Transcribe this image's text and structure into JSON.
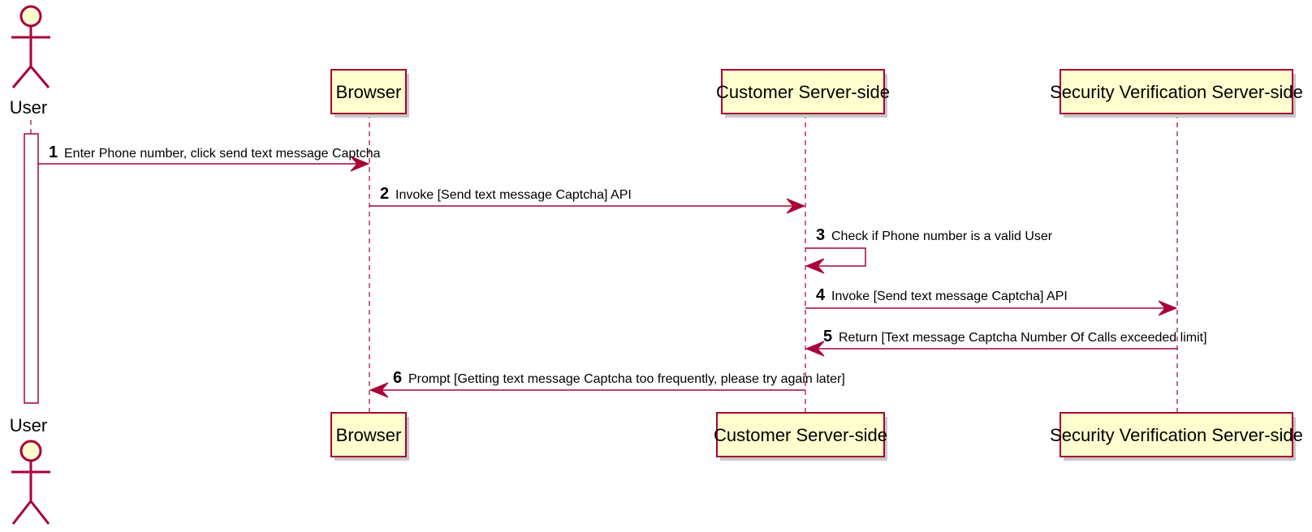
{
  "participants": [
    {
      "id": "user",
      "label": "User",
      "kind": "actor"
    },
    {
      "id": "browser",
      "label": "Browser",
      "kind": "participant"
    },
    {
      "id": "customer",
      "label": "Customer Server-side",
      "kind": "participant"
    },
    {
      "id": "security",
      "label": "Security Verification Server-side",
      "kind": "participant"
    }
  ],
  "messages": [
    {
      "num": "1",
      "text": "Enter Phone number, click send text message Captcha",
      "from": "user",
      "to": "browser"
    },
    {
      "num": "2",
      "text": "Invoke [Send text message Captcha] API",
      "from": "browser",
      "to": "customer"
    },
    {
      "num": "3",
      "text": "Check if Phone number is a valid User",
      "from": "customer",
      "to": "customer"
    },
    {
      "num": "4",
      "text": "Invoke [Send text message Captcha] API",
      "from": "customer",
      "to": "security"
    },
    {
      "num": "5",
      "text": "Return [Text message Captcha Number Of Calls exceeded limit]",
      "from": "security",
      "to": "customer"
    },
    {
      "num": "6",
      "text": "Prompt [Getting text message Captcha too frequently, please try again later]",
      "from": "customer",
      "to": "browser"
    }
  ],
  "colors": {
    "border": "#A80036",
    "fill": "#FEFECE"
  }
}
